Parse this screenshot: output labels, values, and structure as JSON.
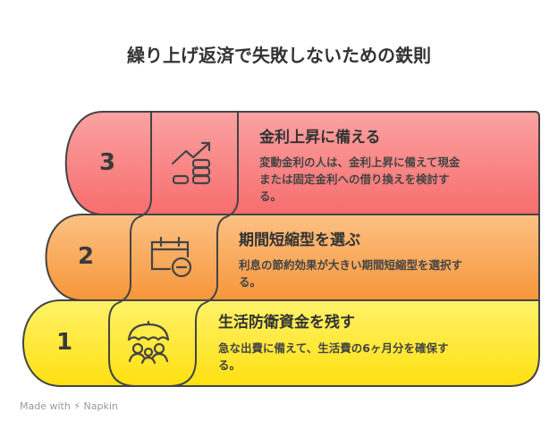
{
  "title": "繰り上げ返済で失敗しないための鉄則",
  "steps": [
    {
      "number": "3",
      "title": "金利上昇に備える",
      "desc": [
        "変動金利の人は、金利上昇に備えて現金",
        "または固定金利への借り換えを検討す",
        "る。"
      ],
      "icon": "chart-up-coins-icon",
      "colors": [
        "#fba3a3",
        "#f86d6d"
      ]
    },
    {
      "number": "2",
      "title": "期間短縮型を選ぶ",
      "desc": [
        "利息の節約効果が大きい期間短縮型を選択す",
        "る。"
      ],
      "icon": "calendar-minus-icon",
      "colors": [
        "#fcc184",
        "#f7963a"
      ]
    },
    {
      "number": "1",
      "title": "生活防衛資金を残す",
      "desc": [
        "急な出費に備えて、生活費の6ヶ月分を確保す",
        "る。"
      ],
      "icon": "umbrella-family-icon",
      "colors": [
        "#fff26a",
        "#ffe010"
      ]
    }
  ],
  "footer": "Made with ⚡ Napkin"
}
